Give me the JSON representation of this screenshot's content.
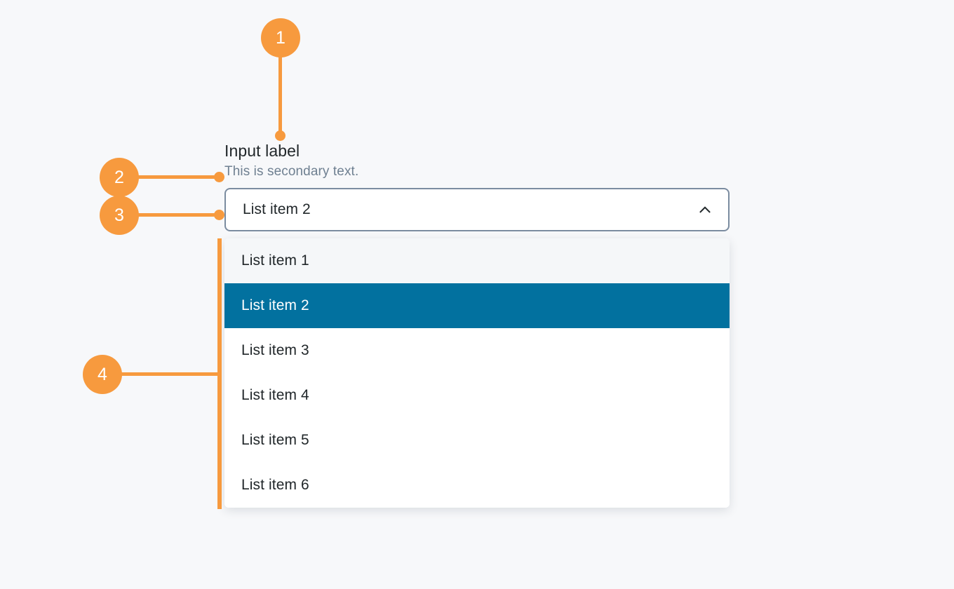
{
  "page": {
    "background_color": "#f7f8fa",
    "accent_color": "#f79a3e",
    "selected_color": "#02719f"
  },
  "field": {
    "label": "Input label",
    "secondary_text": "This is secondary text.",
    "selected_value": "List item 2",
    "toggle_icon": "chevron-up-icon"
  },
  "dropdown": {
    "expanded": true,
    "items": [
      {
        "label": "List item 1",
        "state": "hovered"
      },
      {
        "label": "List item 2",
        "state": "selected"
      },
      {
        "label": "List item 3",
        "state": "default"
      },
      {
        "label": "List item 4",
        "state": "default"
      },
      {
        "label": "List item 5",
        "state": "default"
      },
      {
        "label": "List item 6",
        "state": "default"
      }
    ]
  },
  "annotations": [
    {
      "number": "1",
      "target": "input-label"
    },
    {
      "number": "2",
      "target": "secondary-text"
    },
    {
      "number": "3",
      "target": "select-box"
    },
    {
      "number": "4",
      "target": "dropdown-panel"
    }
  ]
}
